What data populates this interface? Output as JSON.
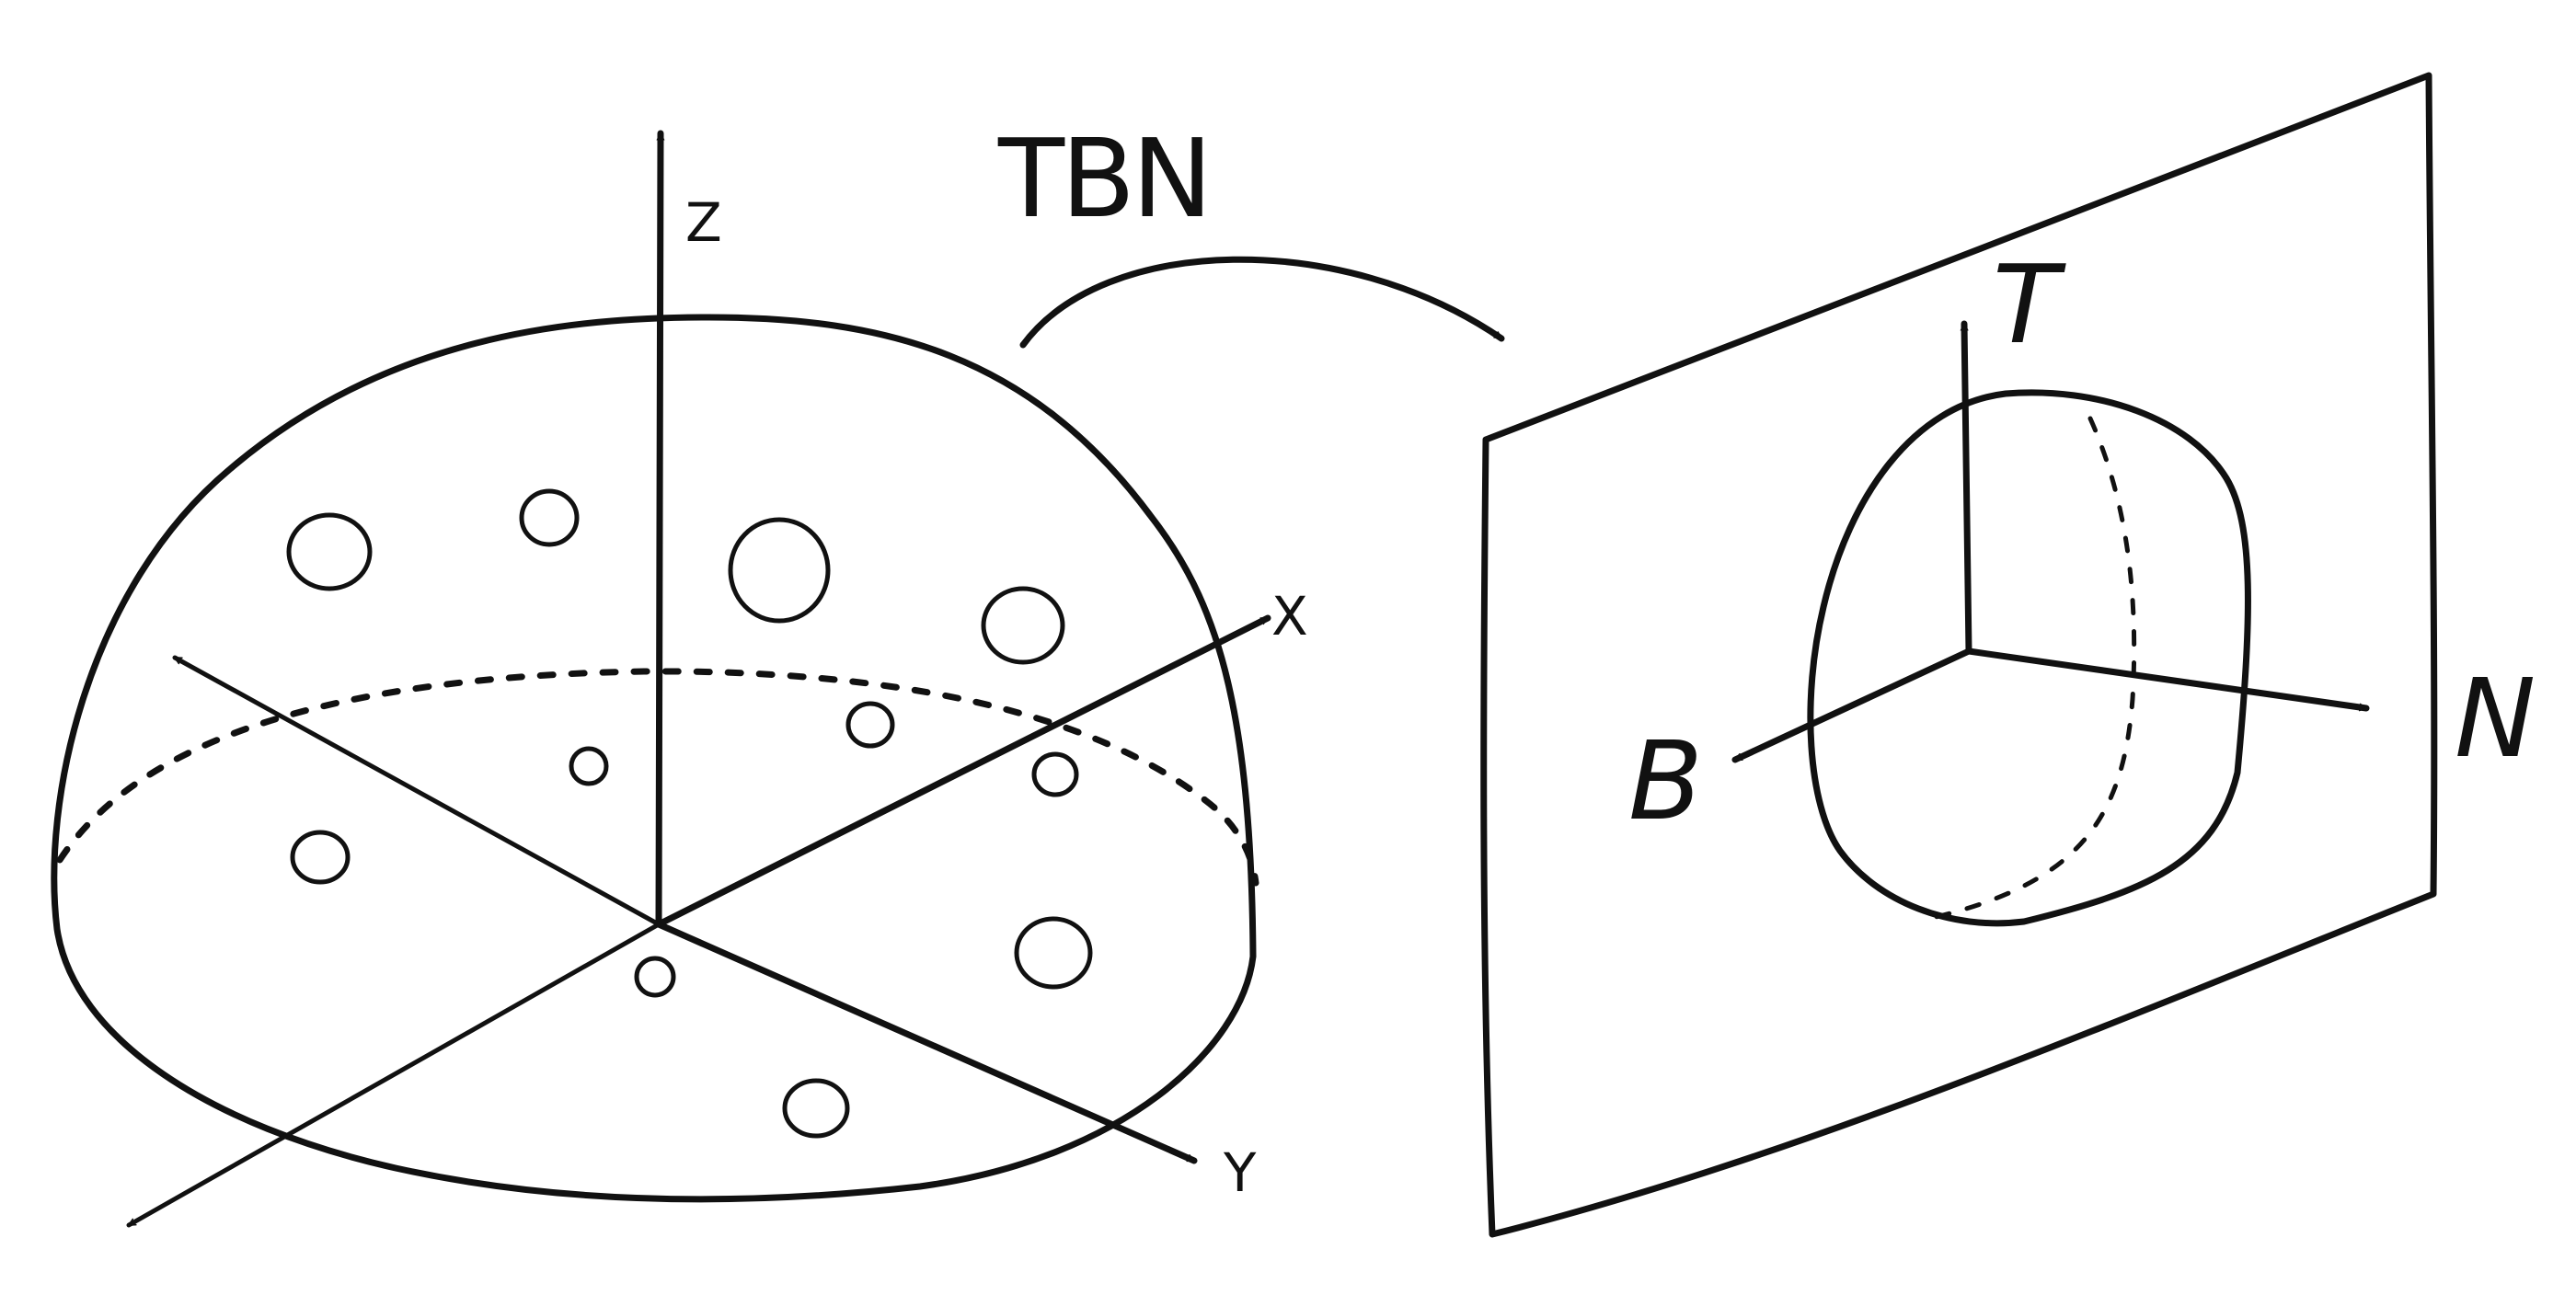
{
  "hemisphere": {
    "axis_labels": {
      "z": "Z",
      "x": "X",
      "y": "Y"
    }
  },
  "transform": {
    "label": "TBN"
  },
  "tangent_space": {
    "axis_labels": {
      "t": "T",
      "b": "B",
      "n": "N"
    }
  }
}
